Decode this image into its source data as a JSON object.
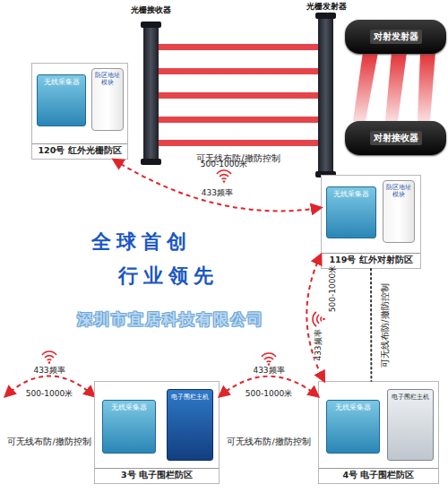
{
  "diagram": {
    "nodes": [
      {
        "text": [
          "对射发射器"
        ]
      },
      {
        "text": [
          "120号 红外光栅防区"
        ]
      },
      {
        "text": [
          "无线采集器"
        ],
        "in": 1
      },
      {
        "text": [
          "防区地址模块"
        ],
        "in": 1
      },
      {
        "text": [
          "对射接收器"
        ]
      },
      {
        "text": [
          "119号 红外对射防区"
        ]
      },
      {
        "text": [
          "无线采集器"
        ],
        "in": 5
      },
      {
        "text": [
          "防区地址模块"
        ],
        "in": 5
      },
      {
        "text": [
          "3号 电子围栏防区"
        ]
      },
      {
        "text": [
          "无线采集器"
        ],
        "in": 8
      },
      {
        "text": [
          "电子围栏主机"
        ],
        "in": 8
      },
      {
        "text": [
          "4号 电子围栏防区"
        ]
      },
      {
        "text": [
          "无线采集器"
        ],
        "in": 11
      },
      {
        "text": [
          "电子围栏主机"
        ],
        "in": 11
      }
    ],
    "edges": [
      {
        "from": 1,
        "to": 5,
        "arrow": "both",
        "label": "433频率"
      },
      {
        "from": 5,
        "to": 11,
        "arrow": "both",
        "label": "433频率"
      },
      {
        "from": 5,
        "to": 11,
        "arrow": "none",
        "label": "可无线布防/撤防控制"
      },
      {
        "from": 8,
        "to": 11,
        "arrow": "both",
        "label": "433频率"
      }
    ],
    "labels": [
      "光栅接收器",
      "光栅发射器",
      "可无线布防/撤防控制",
      "500-1000米",
      "全球首创",
      "行业领先",
      "深圳市宜居科技有限公司",
      "500-1000米",
      "433频率",
      "500-1000米",
      "可无线布防/撤防控制",
      "500-1000米",
      "可无线布防/撤防控制"
    ]
  }
}
